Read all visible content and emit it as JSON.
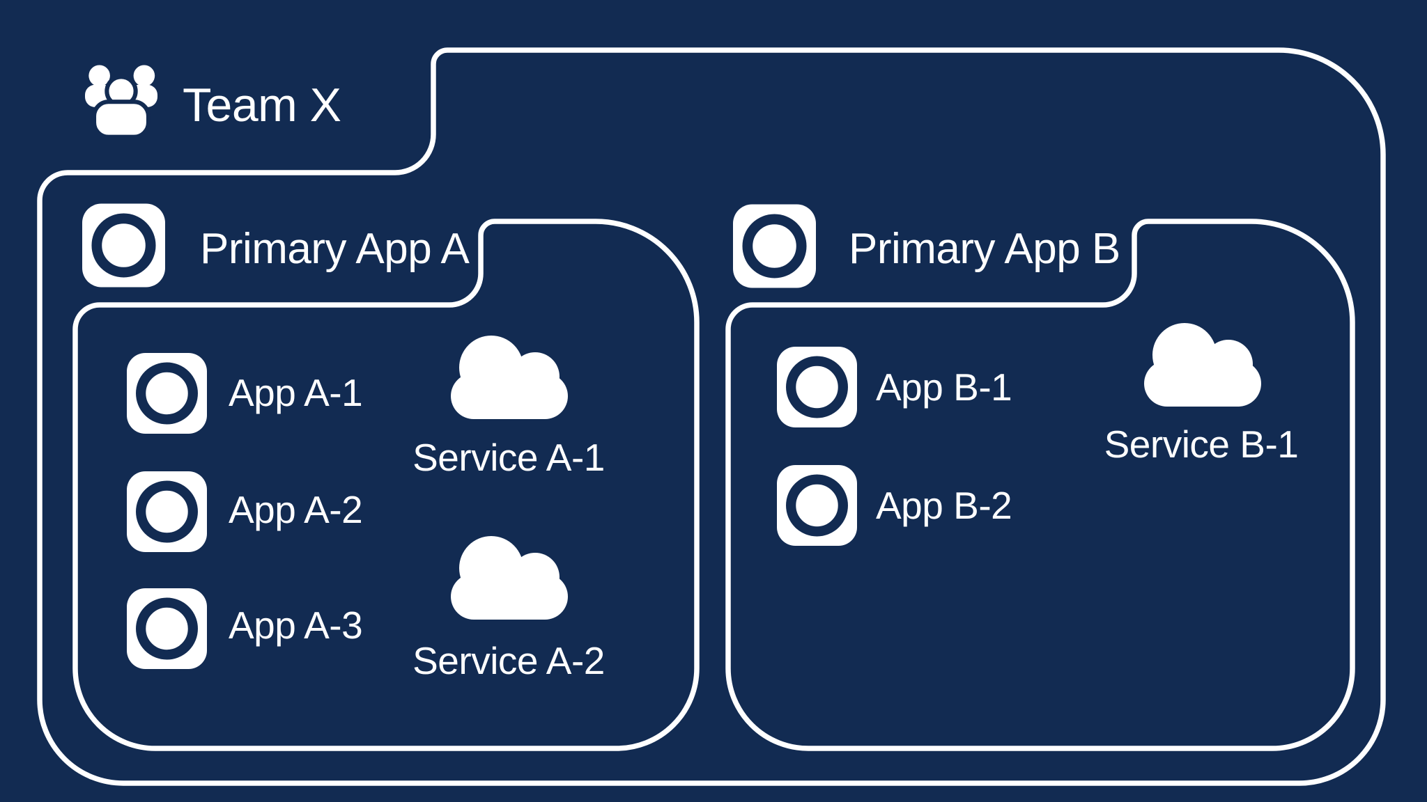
{
  "diagram": {
    "background_color": "#122B52",
    "line_color": "#FFFFFF",
    "team": {
      "label": "Team X",
      "icon": "people-group-icon"
    },
    "groups": [
      {
        "label": "Primary App A",
        "icon": "app-ring-icon",
        "apps": [
          {
            "label": "App A-1",
            "icon": "app-ring-icon"
          },
          {
            "label": "App A-2",
            "icon": "app-ring-icon"
          },
          {
            "label": "App A-3",
            "icon": "app-ring-icon"
          }
        ],
        "services": [
          {
            "label": "Service A-1",
            "icon": "cloud-icon"
          },
          {
            "label": "Service A-2",
            "icon": "cloud-icon"
          }
        ]
      },
      {
        "label": "Primary App B",
        "icon": "app-ring-icon",
        "apps": [
          {
            "label": "App B-1",
            "icon": "app-ring-icon"
          },
          {
            "label": "App B-2",
            "icon": "app-ring-icon"
          }
        ],
        "services": [
          {
            "label": "Service B-1",
            "icon": "cloud-icon"
          }
        ]
      }
    ]
  }
}
